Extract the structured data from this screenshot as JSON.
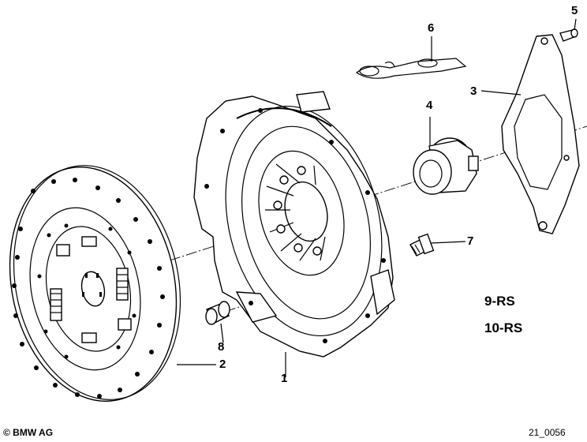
{
  "callouts": [
    {
      "id": "1",
      "text": "1"
    },
    {
      "id": "2",
      "text": "2"
    },
    {
      "id": "3",
      "text": "3"
    },
    {
      "id": "4",
      "text": "4"
    },
    {
      "id": "5",
      "text": "5"
    },
    {
      "id": "6",
      "text": "6"
    },
    {
      "id": "7",
      "text": "7"
    },
    {
      "id": "8",
      "text": "8"
    }
  ],
  "models": [
    "9-RS",
    "10-RS"
  ],
  "footer": {
    "copyright": "© BMW AG",
    "code": "21_0056"
  }
}
